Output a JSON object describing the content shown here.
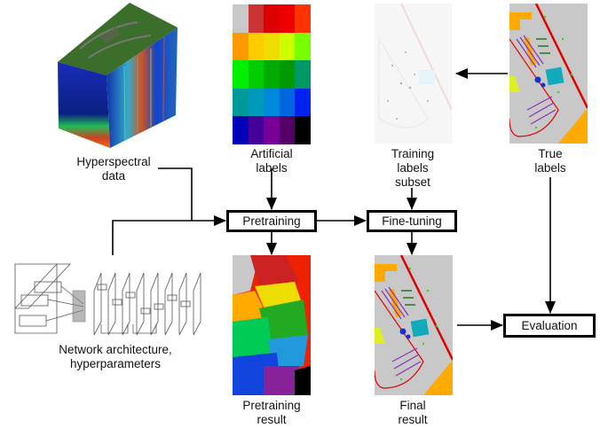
{
  "nodes": {
    "hyperspectral": {
      "label_line1": "Hyperspectral",
      "label_line2": "data"
    },
    "artificial": {
      "label_line1": "Artificial",
      "label_line2": "labels"
    },
    "training_subset": {
      "label_line1": "Training",
      "label_line2": "labels",
      "label_line3": "subset"
    },
    "true_labels": {
      "label_line1": "True",
      "label_line2": "labels"
    },
    "network": {
      "label_line1": "Network architecture,",
      "label_line2": "hyperparameters"
    },
    "pretraining_result": {
      "label_line1": "Pretraining",
      "label_line2": "result"
    },
    "final_result": {
      "label_line1": "Final",
      "label_line2": "result"
    }
  },
  "process_boxes": {
    "pretraining": "Pretraining",
    "finetuning": "Fine-tuning",
    "evaluation": "Evaluation"
  },
  "artificial_label_colors": [
    "#c8c8c8",
    "#cc3333",
    "#dd0000",
    "#ee0000",
    "#ff3300",
    "#ff9900",
    "#ffcc00",
    "#eedd00",
    "#ccff00",
    "#77ff00",
    "#00ee00",
    "#00cc00",
    "#00aa00",
    "#009900",
    "#009966",
    "#009999",
    "#0099bb",
    "#0088dd",
    "#0066dd",
    "#0022ee",
    "#0000bb",
    "#440099",
    "#770099",
    "#550066",
    "#000000"
  ],
  "colors": {
    "map_bg": "#c8c8c8",
    "road": "#e00000",
    "meadow": "#22dd22",
    "asphalt": "#ffaa00",
    "building": "#11aabb",
    "bricks": "#8833bb"
  }
}
